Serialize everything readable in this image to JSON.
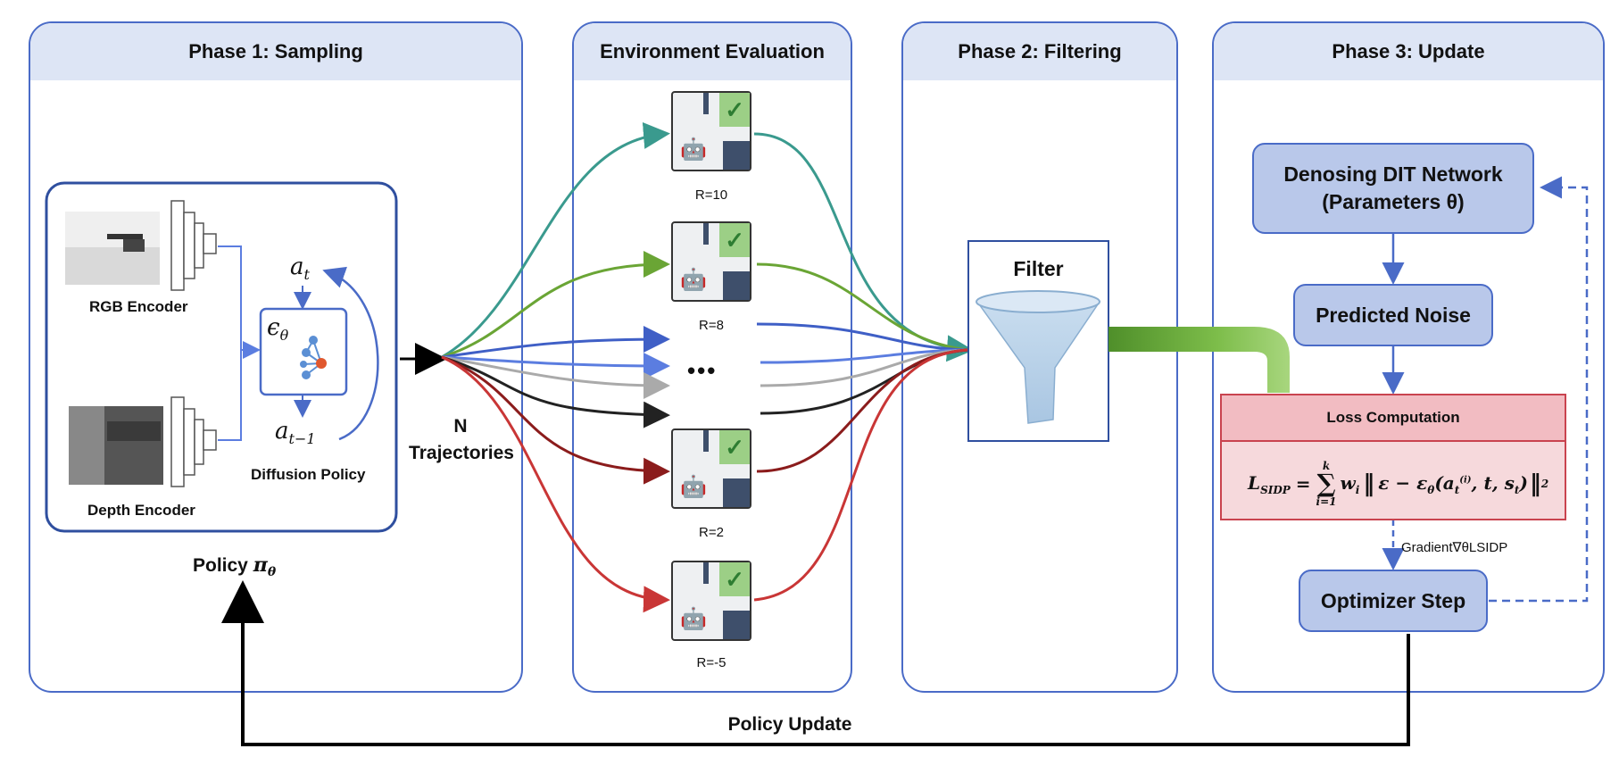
{
  "phase1": {
    "title": "Phase 1: Sampling",
    "rgb_label": "RGB Encoder",
    "depth_label": "Depth Encoder",
    "diffusion_label": "Diffusion Policy",
    "at": "a",
    "at_sub": "t",
    "atm1": "a",
    "atm1_sub": "t−1",
    "eps": "ϵ",
    "eps_sub": "θ",
    "policy": "Policy ",
    "policy_sym": "π",
    "policy_sub": "θ"
  },
  "trajectories": {
    "n": "N",
    "label": "Trajectories"
  },
  "env": {
    "title": "Environment Evaluation",
    "rewards": [
      "R=10",
      "R=8",
      "R=2",
      "R=-5"
    ],
    "ellipsis": "•••"
  },
  "phase2": {
    "title": "Phase 2: Filtering",
    "filter": "Filter"
  },
  "phase3": {
    "title": "Phase 3: Update",
    "network_line1": "Denosing DIT Network",
    "network_line2": "(Parameters θ)",
    "predicted_noise": "Predicted Noise",
    "loss_title": "Loss Computation",
    "gradient": "Gradient∇θLSIDP",
    "optimizer": "Optimizer Step"
  },
  "policy_update": "Policy Update",
  "colors": {
    "panel_border": "#4a6bc7",
    "panel_header": "#dde5f5",
    "box_fill": "#b9c8ea",
    "loss_fill": "#f6d9dc",
    "loss_border": "#c9434f",
    "teal": "#3a9a8e",
    "green": "#6aa535",
    "blue": "#3f5fc6",
    "gray": "#aaaaaa",
    "black": "#222222",
    "darkred": "#8b1c1c",
    "red": "#c93636"
  }
}
